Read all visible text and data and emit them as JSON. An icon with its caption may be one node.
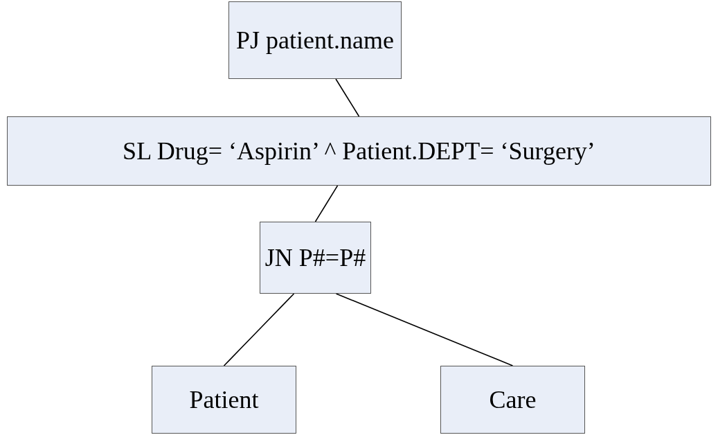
{
  "diagram": {
    "nodes": [
      {
        "text": [
          "PJ patient.name"
        ]
      },
      {
        "text": [
          "SL Drug= ‘Aspirin’ ^ Patient.DEPT= ‘Surgery’"
        ]
      },
      {
        "text": [
          "JN P#=P#"
        ]
      },
      {
        "text": [
          "Patient"
        ]
      },
      {
        "text": [
          "Care"
        ]
      }
    ],
    "edges": [
      {
        "from": 0,
        "to": 1,
        "arrow": "none"
      },
      {
        "from": 1,
        "to": 2,
        "arrow": "none"
      },
      {
        "from": 2,
        "to": 3,
        "arrow": "none"
      },
      {
        "from": 2,
        "to": 4,
        "arrow": "none"
      }
    ]
  }
}
